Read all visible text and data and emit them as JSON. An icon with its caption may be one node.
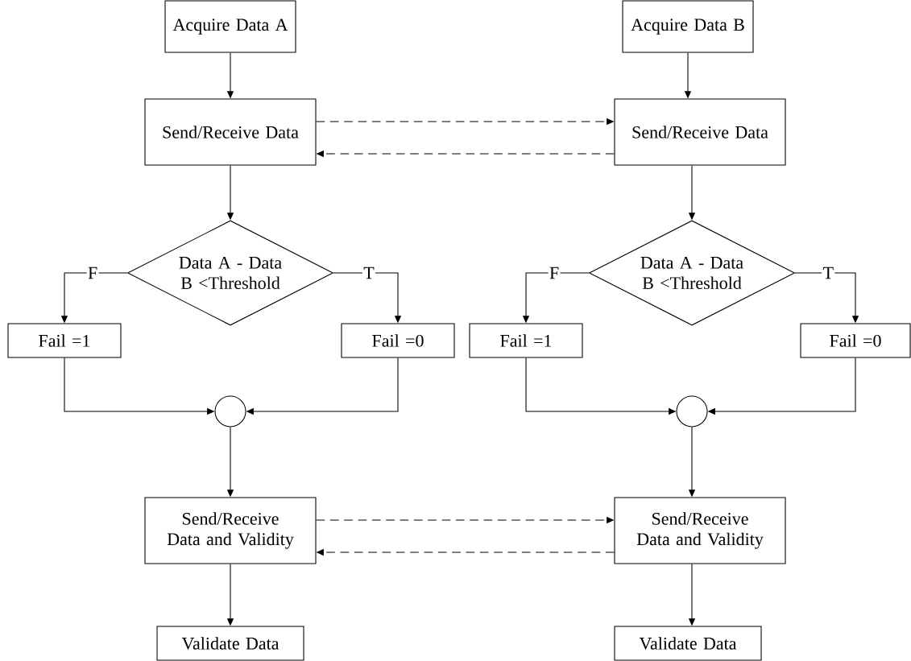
{
  "diagram": {
    "nodes": [
      {
        "text": [
          "Acquire Data A"
        ]
      },
      {
        "text": [
          "Acquire Data B"
        ]
      },
      {
        "text": [
          "Send/Receive Data"
        ]
      },
      {
        "text": [
          "Send/Receive Data"
        ]
      },
      {
        "text": [
          "Data A - Data B <Threshold"
        ]
      },
      {
        "text": [
          "Data A - Data B <Threshold"
        ]
      },
      {
        "text": [
          "Fail =1"
        ]
      },
      {
        "text": [
          "Fail =0"
        ]
      },
      {
        "text": [
          "Fail =1"
        ]
      },
      {
        "text": [
          "Fail =0"
        ]
      },
      {
        "text": [],
        "shape": "circle"
      },
      {
        "text": [],
        "shape": "circle"
      },
      {
        "text": [
          "Send/Receive Data and Validity"
        ]
      },
      {
        "text": [
          "Send/Receive Data and Validity"
        ]
      },
      {
        "text": [
          "Validate Data"
        ]
      },
      {
        "text": [
          "Validate Data"
        ]
      }
    ],
    "edges": [
      {
        "from": 0,
        "to": 2,
        "arrow": "to"
      },
      {
        "from": 1,
        "to": 3,
        "arrow": "to"
      },
      {
        "from": 2,
        "to": 3,
        "arrow": "to",
        "style": "dashed"
      },
      {
        "from": 3,
        "to": 2,
        "arrow": "to",
        "style": "dashed"
      },
      {
        "from": 2,
        "to": 4,
        "arrow": "to"
      },
      {
        "from": 3,
        "to": 5,
        "arrow": "to"
      },
      {
        "from": 4,
        "to": 6,
        "arrow": "to",
        "label": "F"
      },
      {
        "from": 4,
        "to": 7,
        "arrow": "to",
        "label": "T"
      },
      {
        "from": 5,
        "to": 8,
        "arrow": "to",
        "label": "F"
      },
      {
        "from": 5,
        "to": 9,
        "arrow": "to",
        "label": "T"
      },
      {
        "from": 6,
        "to": 10,
        "arrow": "to"
      },
      {
        "from": 7,
        "to": 10,
        "arrow": "to"
      },
      {
        "from": 8,
        "to": 11,
        "arrow": "to"
      },
      {
        "from": 9,
        "to": 11,
        "arrow": "to"
      },
      {
        "from": 10,
        "to": 12,
        "arrow": "to"
      },
      {
        "from": 11,
        "to": 13,
        "arrow": "to"
      },
      {
        "from": 12,
        "to": 13,
        "arrow": "to",
        "style": "dashed"
      },
      {
        "from": 13,
        "to": 12,
        "arrow": "to",
        "style": "dashed"
      },
      {
        "from": 12,
        "to": 14,
        "arrow": "to"
      },
      {
        "from": 13,
        "to": 15,
        "arrow": "to"
      }
    ]
  }
}
